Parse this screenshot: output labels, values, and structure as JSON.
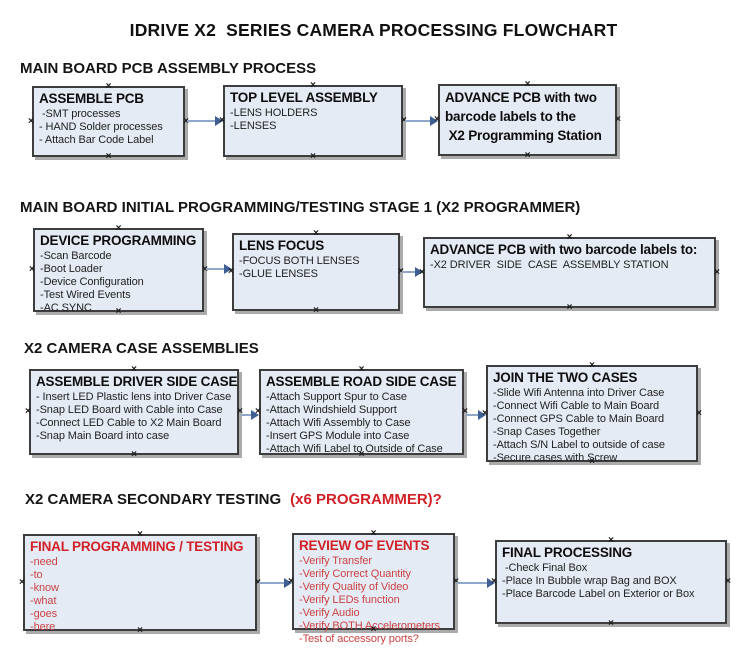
{
  "title": "IDRIVE X2  SERIES CAMERA PROCESSING FLOWCHART",
  "colors": {
    "box_fill": "#e5ebf5",
    "box_border": "#3d3d3d",
    "shadow": "#ababab",
    "arrow_line": "#8fa8c8",
    "arrow_head": "#3e5f94",
    "red": "#d22027",
    "red_item": "#ca4343"
  },
  "sections": [
    {
      "heading": "MAIN BOARD PCB ASSEMBLY PROCESS",
      "boxes": [
        {
          "header": "ASSEMBLE PCB",
          "items": [
            " -SMT processes",
            "- HAND Solder processes",
            "- Attach Bar Code Label"
          ]
        },
        {
          "header": "TOP LEVEL ASSEMBLY",
          "items": [
            "-LENS HOLDERS",
            "-LENSES"
          ]
        },
        {
          "header": "ADVANCE PCB with two\nbarcode labels to the\n X2 Programming Station",
          "items": []
        }
      ]
    },
    {
      "heading": "MAIN BOARD INITIAL PROGRAMMING/TESTING STAGE 1 (X2 PROGRAMMER)",
      "boxes": [
        {
          "header": "DEVICE PROGRAMMING",
          "items": [
            "-Scan Barcode",
            "-Boot Loader",
            "-Device Configuration",
            "-Test Wired Events",
            "-AC SYNC"
          ]
        },
        {
          "header": "LENS FOCUS",
          "items": [
            "-FOCUS BOTH LENSES",
            "-GLUE LENSES"
          ]
        },
        {
          "header": "ADVANCE PCB with two barcode labels to:",
          "items": [
            "-X2 DRIVER  SIDE  CASE  ASSEMBLY STATION"
          ]
        }
      ]
    },
    {
      "heading": "X2 CAMERA CASE ASSEMBLIES",
      "boxes": [
        {
          "header": "ASSEMBLE DRIVER SIDE CASE",
          "items": [
            "- Insert LED Plastic lens into Driver Case",
            "-Snap LED Board with Cable into Case",
            "-Connect LED Cable to X2 Main Board",
            "-Snap Main Board into case"
          ]
        },
        {
          "header": "ASSEMBLE ROAD SIDE CASE",
          "items": [
            "-Attach Support Spur to Case",
            "-Attach Windshield Support",
            "-Attach Wifi Assembly to Case",
            "-Insert GPS Module into Case",
            "-Attach Wifi Label to Outside of Case"
          ]
        },
        {
          "header": "JOIN THE TWO CASES",
          "items": [
            "-Slide Wifi Antenna into Driver Case",
            "-Connect Wifi Cable to Main Board",
            "-Connect GPS Cable to Main Board",
            "-Snap Cases Together",
            "-Attach S/N Label to outside of case",
            "-Secure cases with Screw"
          ]
        }
      ]
    },
    {
      "heading": "X2 CAMERA SECONDARY TESTING",
      "heading_red": "(x6 PROGRAMMER)?",
      "boxes": [
        {
          "header": "FINAL PROGRAMMING / TESTING",
          "items": [
            "-need",
            "-to",
            "-know",
            "-what",
            "-goes",
            "-here"
          ]
        },
        {
          "header": "REVIEW OF EVENTS",
          "items": [
            "-Verify Transfer",
            "-Verify Correct Quantity",
            "-Verify Quality of Video",
            "-Verify LEDs function",
            "-Verify Audio",
            "-Verify BOTH Accelerometers",
            "-Test of accessory ports?"
          ]
        },
        {
          "header": "FINAL PROCESSING",
          "items": [
            " -Check Final Box",
            "-Place In Bubble wrap Bag and BOX",
            "-Place Barcode Label on Exterior or Box"
          ]
        }
      ]
    }
  ],
  "handle_glyph": "×"
}
